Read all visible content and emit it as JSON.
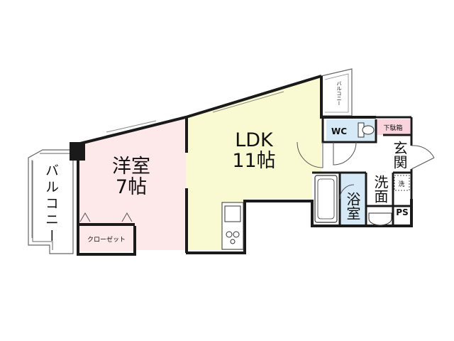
{
  "rooms": {
    "western": {
      "name": "洋室",
      "size": "7帖"
    },
    "ldk": {
      "name": "LDK",
      "size": "11帖"
    },
    "closet": {
      "name": "クローゼット"
    },
    "balcony_left": {
      "name": "バルコニー"
    },
    "balcony_right": {
      "name": "バルコニー"
    },
    "wc": {
      "name": "WC"
    },
    "shoe_box": {
      "name": "下駄箱"
    },
    "entrance": {
      "name": "玄関"
    },
    "washroom": {
      "name": "洗面"
    },
    "bath": {
      "name": "浴室"
    },
    "washer": {
      "name": "洗"
    },
    "ps": {
      "name": "PS"
    }
  },
  "colors": {
    "western": "#fde8ea",
    "ldk": "#fafad2",
    "closet": "#fde8ea",
    "wc": "#d5e9f7",
    "shoe_box": "#f9d4dc",
    "bath": "#d5e9f7",
    "wall": "#1a1a1a"
  }
}
